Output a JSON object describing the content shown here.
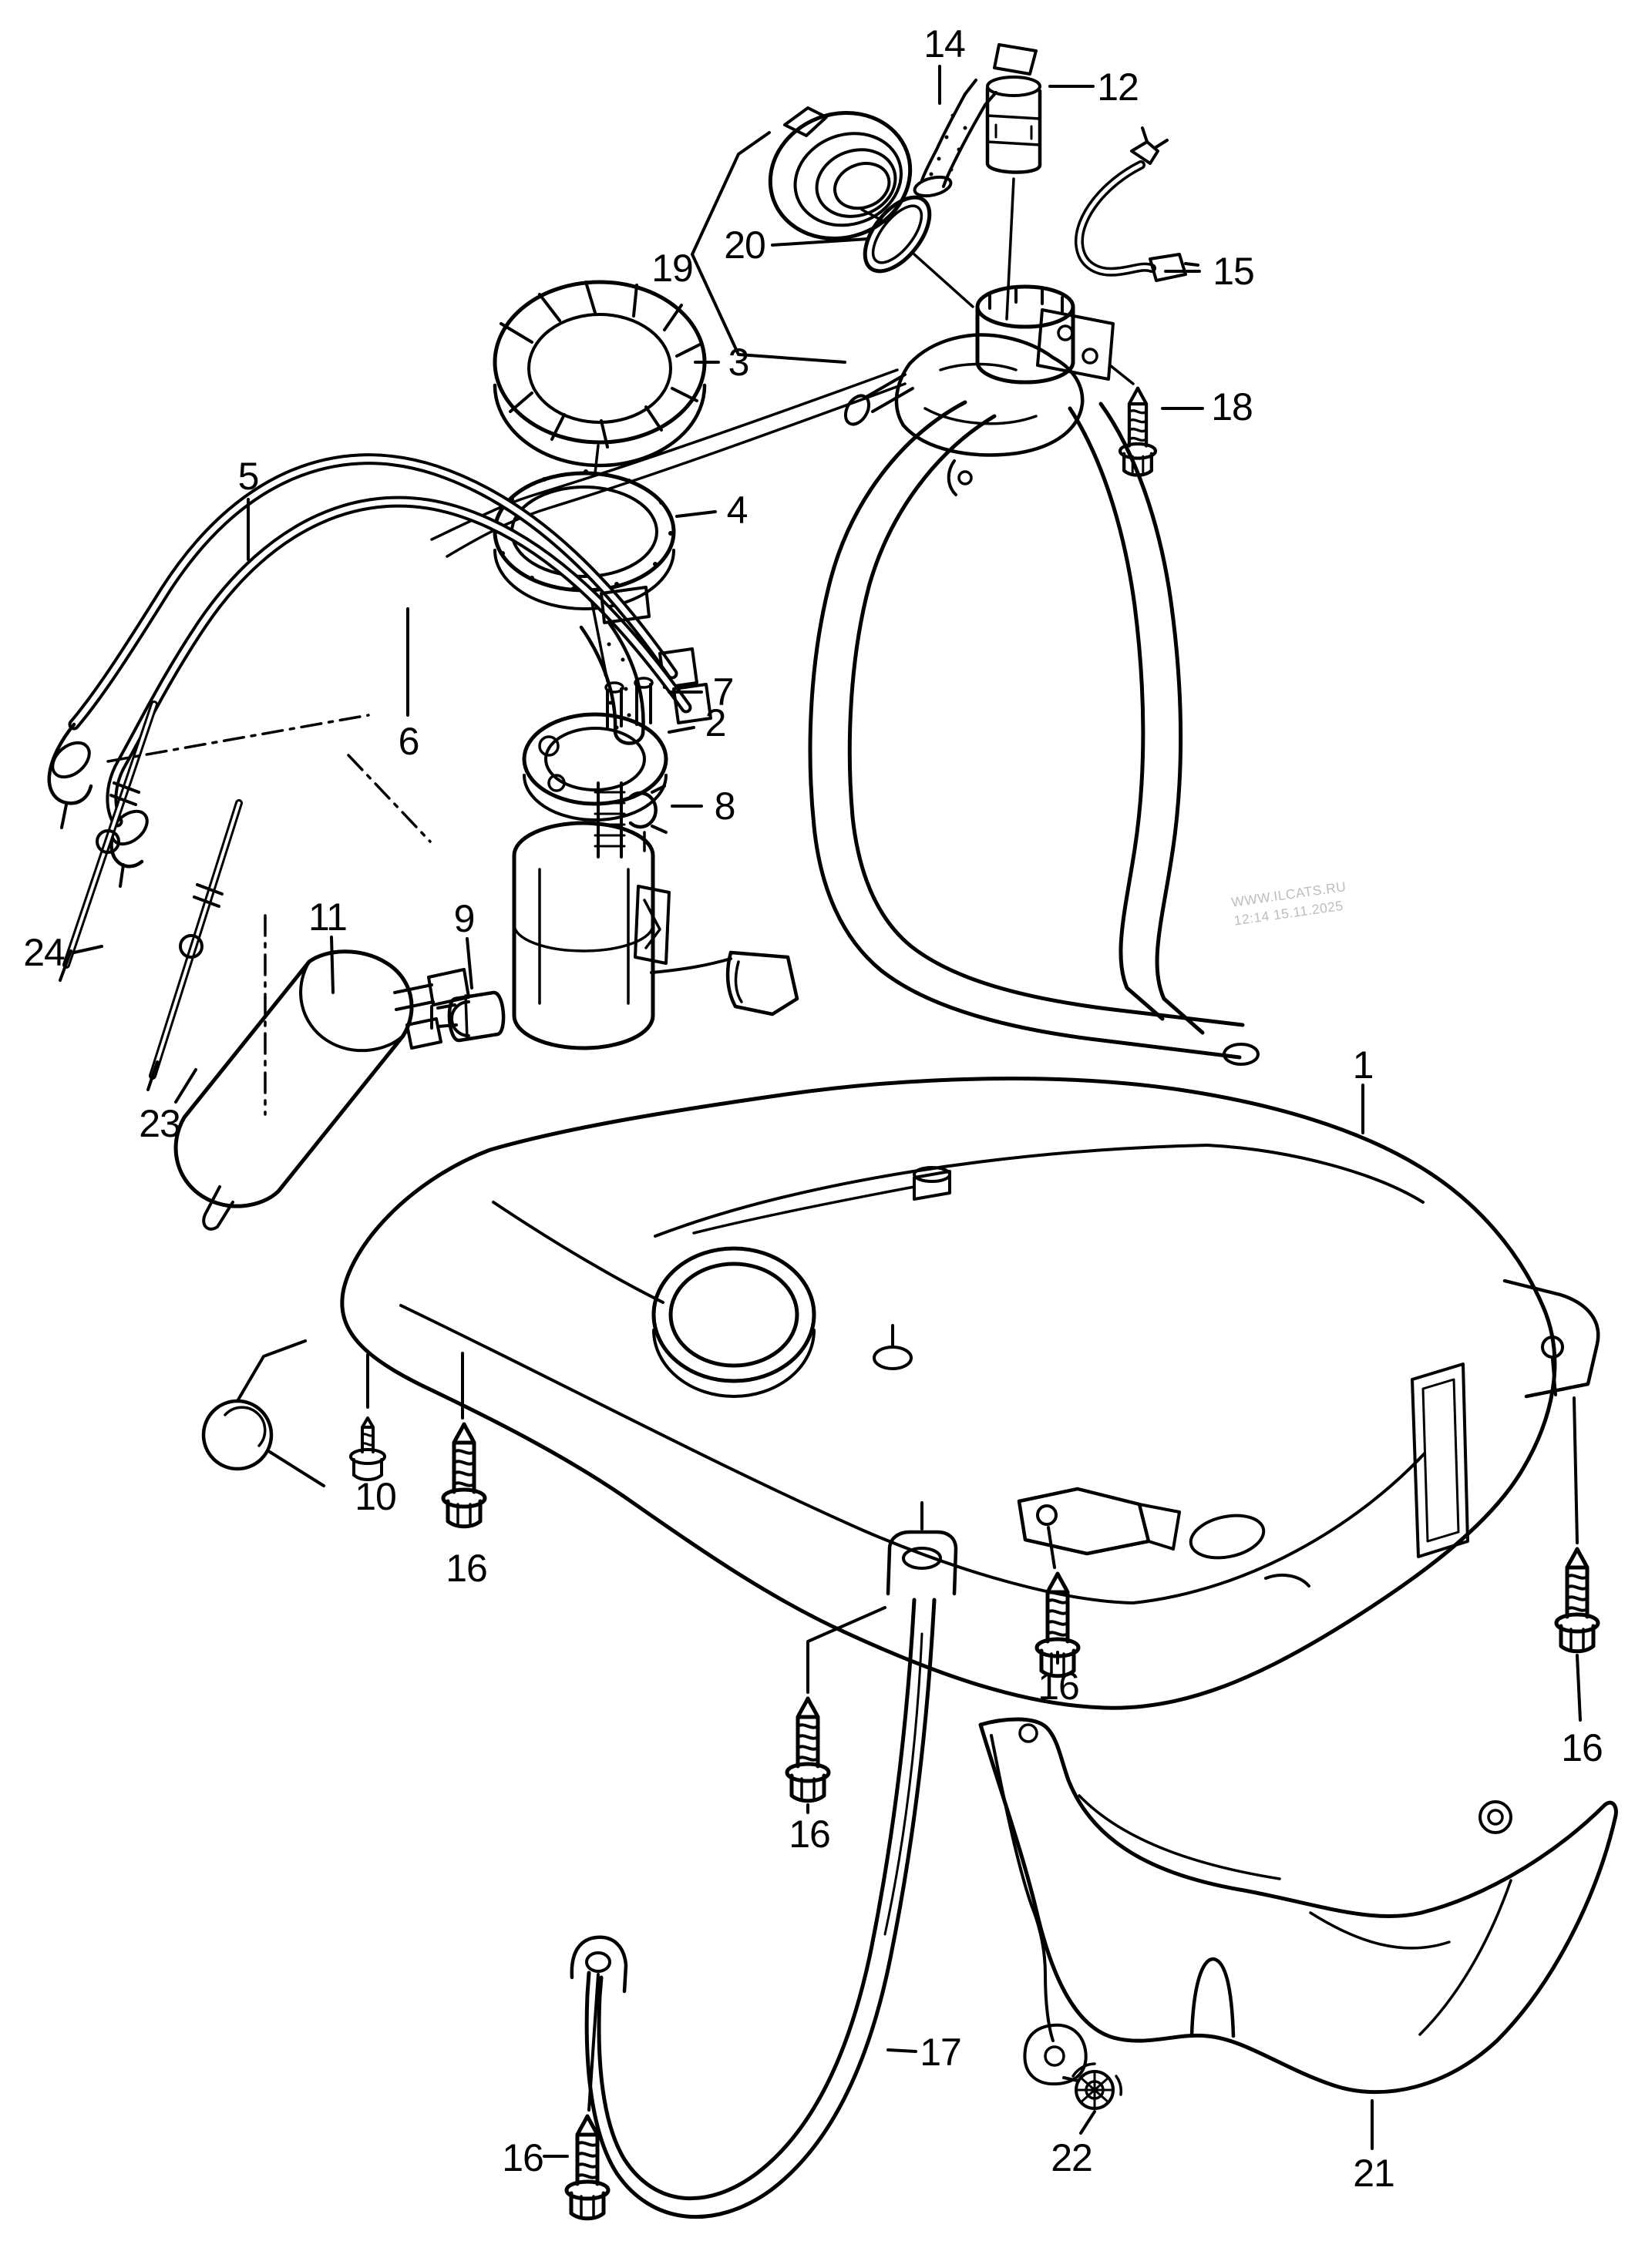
{
  "page": {
    "background": "#ffffff",
    "line_color": "#000000",
    "label_color": "#000000"
  },
  "watermark": {
    "line1": "WWW.ILCATS.RU",
    "line2": "12:14 15.11.2025",
    "color": "#bdbdbd"
  },
  "callouts": [
    {
      "part": "1"
    },
    {
      "part": "2"
    },
    {
      "part": "3"
    },
    {
      "part": "4"
    },
    {
      "part": "5"
    },
    {
      "part": "6"
    },
    {
      "part": "7"
    },
    {
      "part": "8"
    },
    {
      "part": "9"
    },
    {
      "part": "10"
    },
    {
      "part": "11"
    },
    {
      "part": "12"
    },
    {
      "part": "14"
    },
    {
      "part": "15"
    },
    {
      "part": "16"
    },
    {
      "part": "16"
    },
    {
      "part": "16"
    },
    {
      "part": "16"
    },
    {
      "part": "16"
    },
    {
      "part": "17"
    },
    {
      "part": "18"
    },
    {
      "part": "19"
    },
    {
      "part": "20"
    },
    {
      "part": "21"
    },
    {
      "part": "22"
    },
    {
      "part": "23"
    },
    {
      "part": "24"
    }
  ]
}
